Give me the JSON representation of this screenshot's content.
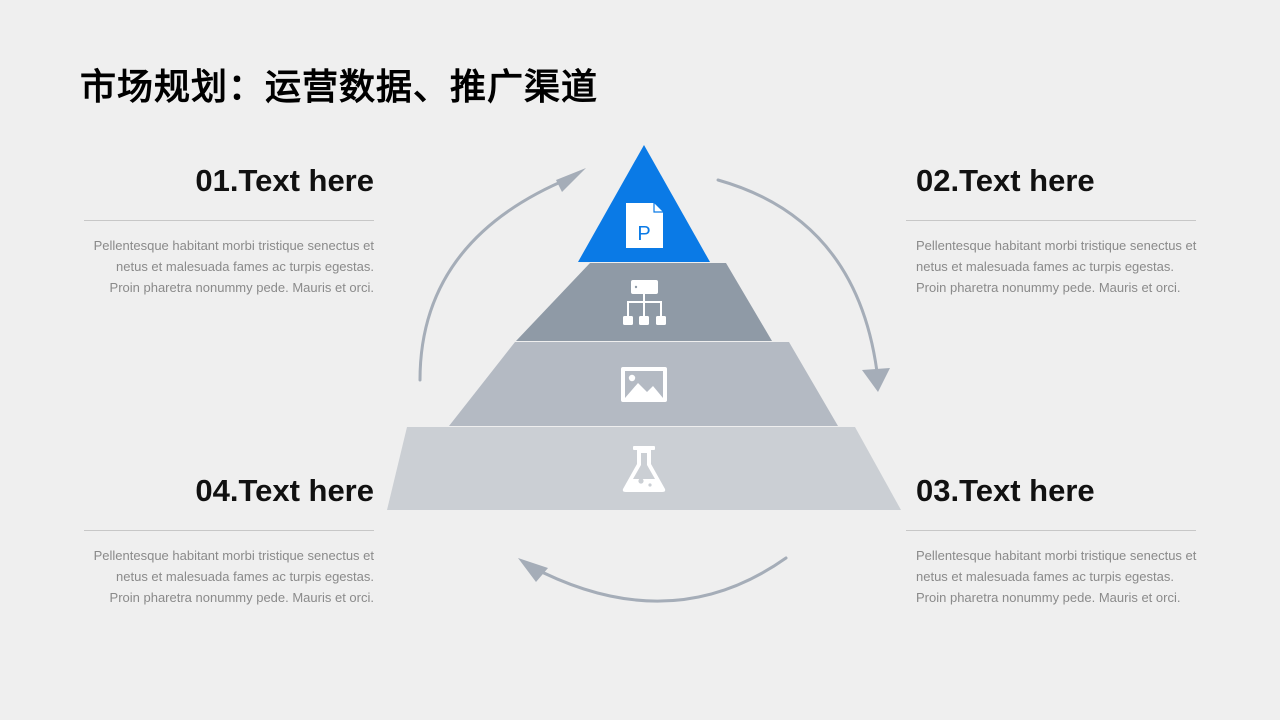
{
  "title": "市场规划：运营数据、推广渠道",
  "blocks": [
    {
      "heading": "01.Text here",
      "lines": [
        "Pellentesque habitant morbi tristique senectus et",
        "netus et malesuada fames ac turpis egestas.",
        "Proin pharetra nonummy pede. Mauris et orci."
      ]
    },
    {
      "heading": "02.Text here",
      "lines": [
        "Pellentesque habitant morbi tristique senectus et",
        "netus et malesuada fames ac turpis egestas.",
        "Proin pharetra nonummy pede. Mauris et orci."
      ]
    },
    {
      "heading": "03.Text here",
      "lines": [
        "Pellentesque habitant morbi tristique senectus et",
        "netus et malesuada fames ac turpis egestas.",
        "Proin pharetra nonummy pede. Mauris et orci."
      ]
    },
    {
      "heading": "04.Text here",
      "lines": [
        "Pellentesque habitant morbi tristique senectus et",
        "netus et malesuada fames ac turpis egestas.",
        "Proin pharetra nonummy pede. Mauris et orci."
      ]
    }
  ],
  "pyramid": {
    "layers": [
      {
        "icon": "document-p-icon",
        "color": "#0a7ae6"
      },
      {
        "icon": "org-chart-icon",
        "color": "#8f9aa6"
      },
      {
        "icon": "image-icon",
        "color": "#b4bac3"
      },
      {
        "icon": "flask-icon",
        "color": "#cbcfd4"
      }
    ]
  },
  "colors": {
    "background": "#efefef",
    "accent": "#0a7ae6",
    "arrow": "#a5adb8",
    "icon": "#ffffff"
  }
}
